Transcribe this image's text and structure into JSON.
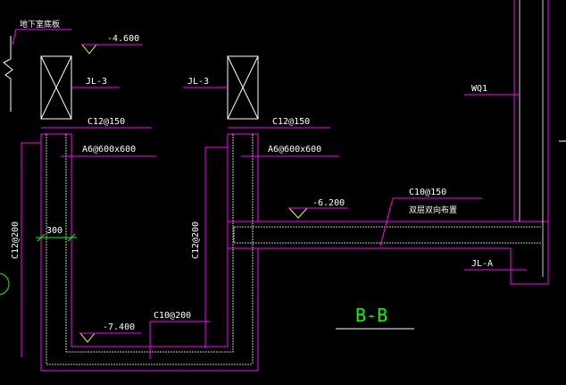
{
  "colors": {
    "background": "#000000",
    "wall": "#ff00ff",
    "leader": "#ff00ff",
    "text": "#ffffff",
    "elev_marker": "#ffff00",
    "dimension": "#00ff00",
    "rebar_white": "#ffffff",
    "section_title": "#00ff00"
  },
  "labels": {
    "basement_floor": "地下室底板",
    "elev_top": "-4.600",
    "beam_left": "JL-3",
    "beam_right": "JL-3",
    "rebar_left_top": "C12@150",
    "rebar_right_top": "C12@150",
    "tie_left": "A6@600x600",
    "tie_right": "A6@600x600",
    "rebar_left_side": "C12@200",
    "rebar_right_side": "C12@200",
    "dim_300": "300",
    "elev_bottom": "-7.400",
    "rebar_bottom": "C10@200",
    "elev_slab": "-6.200",
    "rebar_slab": "C10@150",
    "slab_note": "双层双向布置",
    "wall_label": "WQ1",
    "beam_a": "JL-A",
    "section_title": "B-B"
  }
}
